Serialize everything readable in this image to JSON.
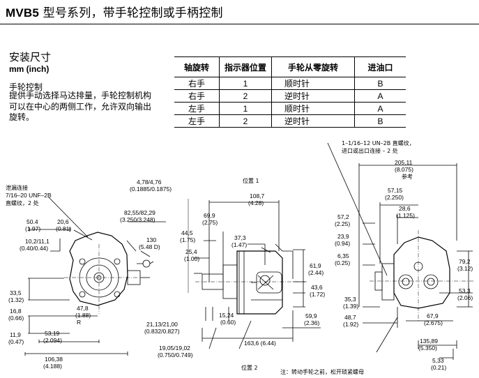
{
  "header": {
    "model": "MVB5",
    "title_rest": " 型号系列，带手轮控制或手柄控制"
  },
  "section": {
    "title": "安装尺寸",
    "units": "mm (inch)",
    "subtitle": "手轮控制",
    "description": "提供手动选择马达排量，手轮控制机构可以在中心的两侧工作，允许双向输出旋转。"
  },
  "table": {
    "headers": [
      "轴旋转",
      "指示器位置",
      "手轮从零旋转",
      "进油口"
    ],
    "rows": [
      [
        "右手",
        "1",
        "顺时针",
        "B"
      ],
      [
        "右手",
        "2",
        "逆时针",
        "A"
      ],
      [
        "左手",
        "1",
        "顺时针",
        "A"
      ],
      [
        "左手",
        "2",
        "逆时针",
        "B"
      ]
    ]
  },
  "drawing": {
    "left": {
      "drain": [
        "泄漏连接",
        "7/16–20 UNF–2B",
        "直螺纹，2 处"
      ],
      "d504": [
        "50.4",
        "(1.97)"
      ],
      "d206": [
        "20,6",
        "(0.81)"
      ],
      "d102": [
        "10,2/11,1",
        "(0.40/0.44)"
      ],
      "d335": [
        "33,5",
        "(1.32)"
      ],
      "d168": [
        "16,8",
        "(0.66)"
      ],
      "d119": [
        "11,9",
        "(0.47)"
      ],
      "d478": [
        "47,8",
        "(1.88)",
        "R"
      ],
      "d5319": [
        "53,19",
        "(2.094)"
      ],
      "d10638": [
        "106,38",
        "(4.188)"
      ],
      "d130": [
        "130",
        "(5.48 D)"
      ],
      "d8255": [
        "82,55/82,29",
        "(3.250/3.248)"
      ],
      "d478b": [
        "4,78/4,76",
        "(0.1885/0.1875)"
      ]
    },
    "middle": {
      "pos1": "位置 1",
      "pos2": "位置 2",
      "d1087": [
        "108,7",
        "(4.28)"
      ],
      "d699": [
        "69,9",
        "(2.75)"
      ],
      "d445": [
        "44,5",
        "(1.75)"
      ],
      "d373": [
        "37,3",
        "(1.47)"
      ],
      "d254": [
        "25,4",
        "(1.00)"
      ],
      "d619": [
        "61,9",
        "(2.44)"
      ],
      "d436": [
        "43,6",
        "(1.72)"
      ],
      "d2113": [
        "21,13/21,00",
        "(0.832/0.827)"
      ],
      "d1524": [
        "15,24",
        "(0.60)"
      ],
      "d599": [
        "59,9",
        "(2.36)"
      ],
      "d1636": "163,6 (6.44)",
      "d1905": [
        "19,05/19,02",
        "(0.750/0.749)"
      ]
    },
    "right": {
      "port": [
        "1–1/16–12 UN–2B 直螺纹，",
        "进口或出口连接 – 2 处"
      ],
      "d20511": [
        "205,11",
        "(8.075)",
        "参考"
      ],
      "d5715": [
        "57,15",
        "(2.250)"
      ],
      "d286": [
        "28,6",
        "(1.125)"
      ],
      "d572": [
        "57,2",
        "(2.25)"
      ],
      "d239": [
        "23,9",
        "(0.94)"
      ],
      "d635": [
        "6,35",
        "(0.25)"
      ],
      "d792": [
        "79,2",
        "(3.12)"
      ],
      "d353": [
        "35,3",
        "(1.39)"
      ],
      "d533": [
        "53,3",
        "(2.06)"
      ],
      "d487": [
        "48,7",
        "(1.92)"
      ],
      "d679": [
        "67,9",
        "(2.675)"
      ],
      "d13589": [
        "135,89",
        "(5.350)"
      ],
      "d533b": [
        "5,33",
        "(0.21)"
      ],
      "note": "注：转动手轮之前，松开琐紧螺母"
    }
  }
}
